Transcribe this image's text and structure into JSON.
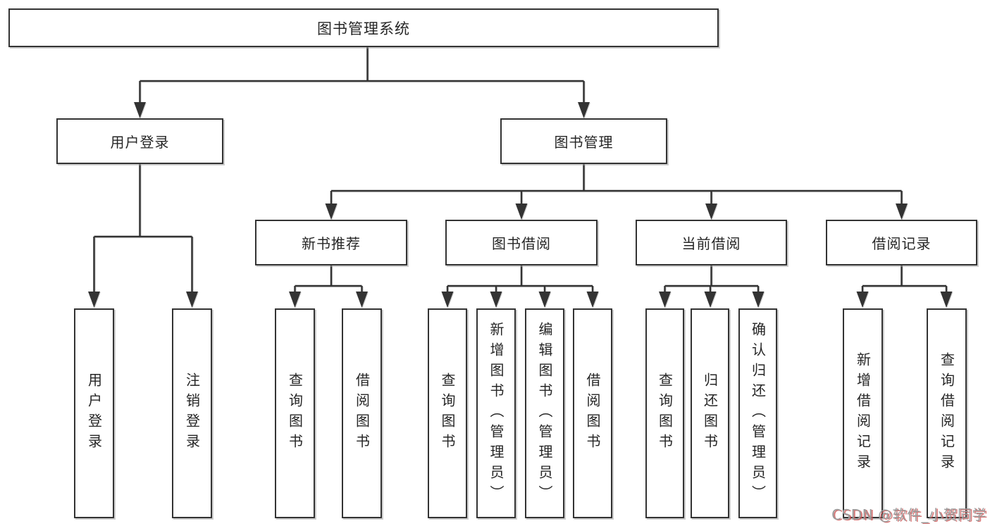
{
  "diagram": {
    "root": {
      "label": "图书管理系统"
    },
    "level2": {
      "user_login": {
        "label": "用户登录"
      },
      "book_mgmt": {
        "label": "图书管理"
      }
    },
    "level3": {
      "new_book": {
        "label": "新书推荐"
      },
      "borrow": {
        "label": "图书借阅"
      },
      "current": {
        "label": "当前借阅"
      },
      "record": {
        "label": "借阅记录"
      }
    },
    "leaves": {
      "user_login": [
        "用户登录",
        "注销登录"
      ],
      "new_book": [
        "查询图书",
        "借阅图书"
      ],
      "borrow": [
        "查询图书",
        "新增图书（管理员）",
        "编辑图书（管理员）",
        "借阅图书"
      ],
      "current": [
        "查询图书",
        "归还图书",
        "确认归还（管理员）"
      ],
      "record": [
        "新增借阅记录",
        "查询借阅记录"
      ]
    },
    "watermark": "CSDN @软件_小贺同学",
    "colors": {
      "line": "#333333",
      "text": "#262626",
      "background": "#ffffff",
      "watermark_gray": "#9c9c9c",
      "watermark_red": "#cd5555"
    }
  }
}
